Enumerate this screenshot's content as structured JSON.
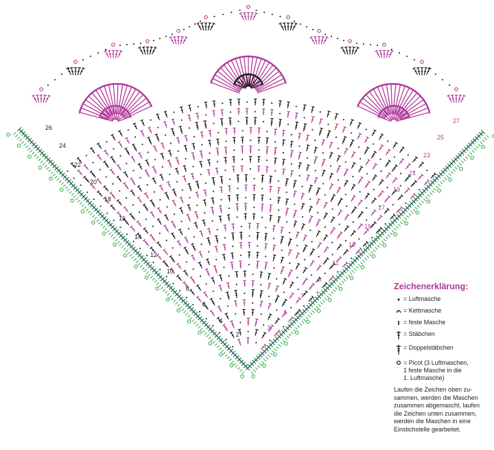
{
  "colors": {
    "purple": "#b0399b",
    "black": "#1a1a1a",
    "green": "#3fae4b",
    "dark_green": "#1e6e4e"
  },
  "row_numbers_left": [
    "2",
    "4",
    "6",
    "8",
    "10",
    "12",
    "14",
    "16",
    "18",
    "20",
    "22",
    "24",
    "26"
  ],
  "row_numbers_right": [
    "3",
    "5",
    "7",
    "9",
    "11",
    "13",
    "15",
    "17",
    "19",
    "21",
    "23",
    "25",
    "27"
  ],
  "legend": {
    "title": "Zeichenerklärung:",
    "items": [
      {
        "icon": "chain-stitch-icon",
        "label": "= Luftmasche"
      },
      {
        "icon": "slip-stitch-icon",
        "label": "= Kettmasche"
      },
      {
        "icon": "single-crochet-icon",
        "label": "= feste Masche"
      },
      {
        "icon": "double-crochet-icon",
        "label": "= Stäbchen"
      },
      {
        "icon": "treble-crochet-icon",
        "label": "= Doppelstäbchen"
      },
      {
        "icon": "picot-icon",
        "label": "= Picot (3 Luftmaschen,\n1 feste Masche in die\n1. Luftmasche)"
      }
    ],
    "note": "Laufen die Zeichen oben zu-\nsammen, werden die Maschen\nzusammen abgemascht, laufen\ndie Zeichen unten zusammen,\nwerden die Maschen in eine\nEinstichstelle gearbeitet."
  }
}
